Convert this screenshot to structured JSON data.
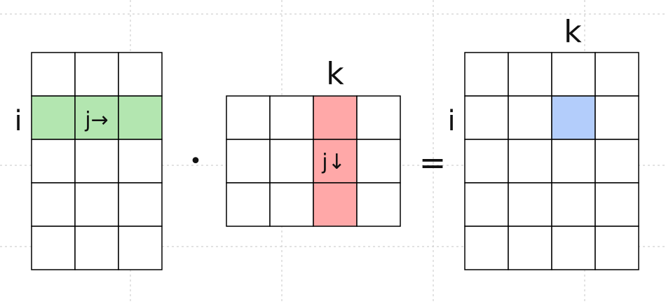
{
  "diagram": {
    "label_i_left": "i",
    "label_row_arrow": "j→",
    "label_k_middle": "k",
    "label_col_arrow": "j↓",
    "operator_dot": "•",
    "operator_equals": "=",
    "label_k_result": "k",
    "label_i_result": "i"
  },
  "matrices": [
    {
      "name": "left-matrix",
      "rows": 5,
      "cols": 3,
      "highlight": {
        "kind": "row",
        "index": 1,
        "color": "#b3e6b0"
      }
    },
    {
      "name": "middle-matrix",
      "rows": 3,
      "cols": 4,
      "highlight": {
        "kind": "column",
        "index": 2,
        "color": "#ffa8a8"
      }
    },
    {
      "name": "result-matrix",
      "rows": 5,
      "cols": 4,
      "highlight": {
        "kind": "cell",
        "row": 1,
        "col": 2,
        "color": "#b3cdfb"
      }
    }
  ],
  "colors": {
    "grid_line": "#000000",
    "background_grid": "#d0d0d0"
  }
}
